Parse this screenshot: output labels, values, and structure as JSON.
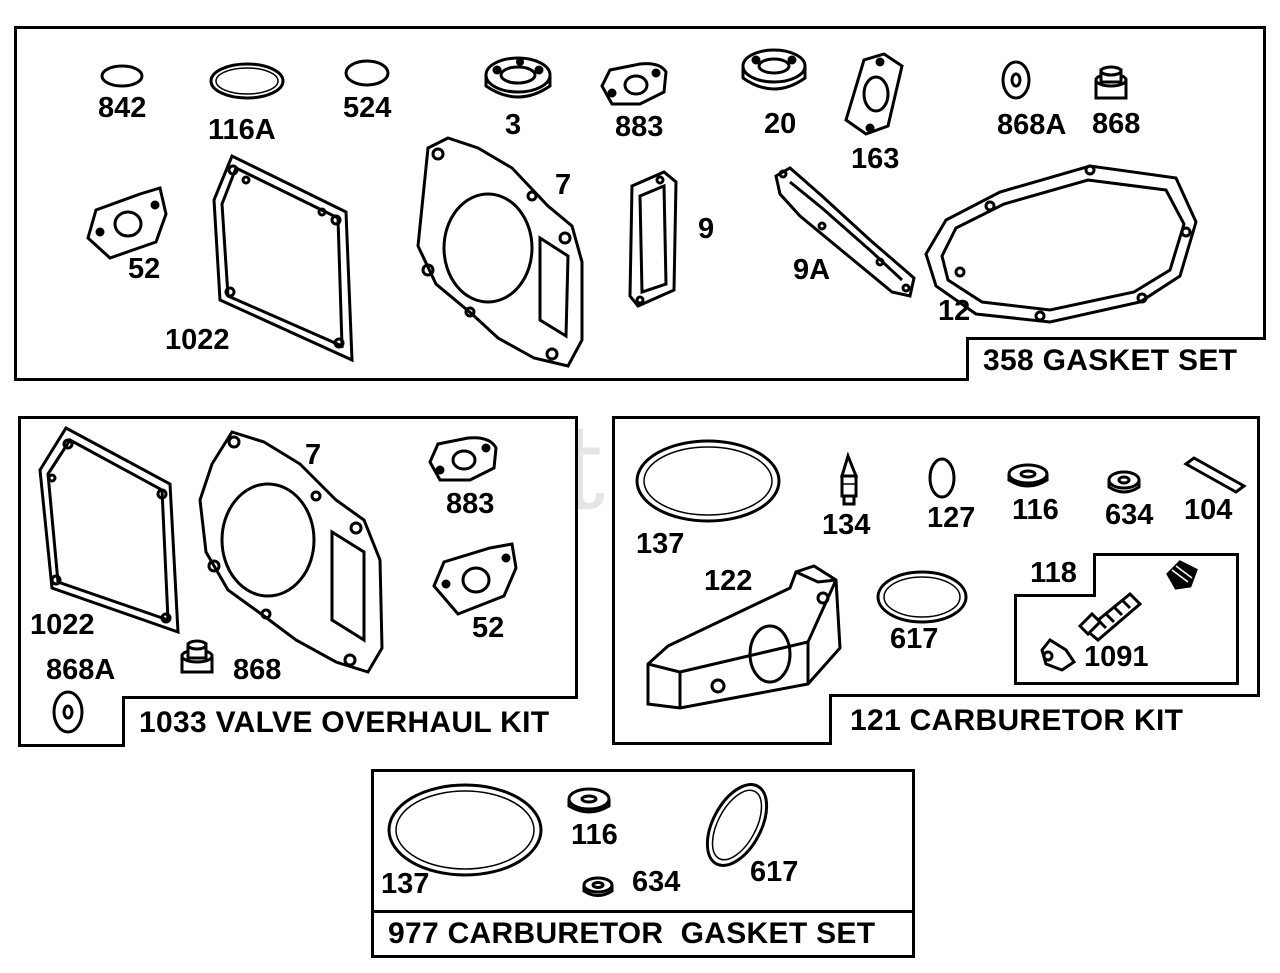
{
  "watermark": {
    "text": "PartsTree",
    "tm": "TM"
  },
  "kits": {
    "gasket_set": {
      "title": "358 GASKET SET",
      "labels": {
        "p842": "842",
        "p116a": "116A",
        "p524": "524",
        "p3": "3",
        "p883": "883",
        "p20": "20",
        "p163": "163",
        "p868a": "868A",
        "p868": "868",
        "p52": "52",
        "p1022": "1022",
        "p7": "7",
        "p9": "9",
        "p9a": "9A",
        "p12": "12"
      }
    },
    "valve_overhaul_kit": {
      "title": "1033 VALVE OVERHAUL KIT",
      "labels": {
        "p7": "7",
        "p883": "883",
        "p1022": "1022",
        "p52": "52",
        "p868a": "868A",
        "p868": "868"
      }
    },
    "carburetor_kit": {
      "title": "121 CARBURETOR KIT",
      "labels": {
        "p137": "137",
        "p134": "134",
        "p127": "127",
        "p116": "116",
        "p634": "634",
        "p104": "104",
        "p122": "122",
        "p617": "617",
        "p118": "118",
        "p1091": "1091"
      }
    },
    "carburetor_gasket_set": {
      "title": "977 CARBURETOR  GASKET SET",
      "labels": {
        "p137": "137",
        "p116": "116",
        "p634": "634",
        "p617": "617"
      }
    }
  }
}
